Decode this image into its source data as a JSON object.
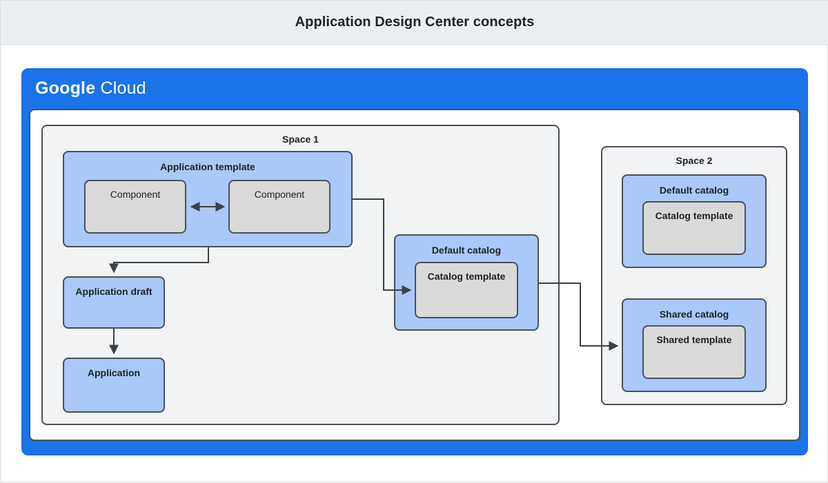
{
  "header": {
    "title": "Application Design Center concepts"
  },
  "cloud": {
    "brand_first": "Google",
    "brand_second": "Cloud"
  },
  "colors": {
    "brand_blue": "#1a73e8",
    "group_blue": "#aac8f8",
    "inner_gray": "#d9d9d9",
    "space_gray": "#f1f3f4",
    "header_bg": "#eceff1",
    "stroke": "#4a4f57",
    "text": "#202124"
  },
  "spaces": [
    {
      "label": "Space 1",
      "groups": [
        {
          "label": "Application template",
          "children": [
            {
              "label": "Component"
            },
            {
              "label": "Component"
            }
          ]
        },
        {
          "label": "Default catalog",
          "children": [
            {
              "label": "Catalog template"
            }
          ]
        }
      ],
      "nodes": [
        {
          "label": "Application draft"
        },
        {
          "label": "Application"
        }
      ]
    },
    {
      "label": "Space 2",
      "groups": [
        {
          "label": "Default catalog",
          "children": [
            {
              "label": "Catalog template"
            }
          ]
        },
        {
          "label": "Shared catalog",
          "children": [
            {
              "label": "Shared template"
            }
          ]
        }
      ],
      "nodes": []
    }
  ],
  "connectors": [
    {
      "name": "component-a-to-component-b",
      "style": "bidirectional"
    },
    {
      "name": "application-template-to-application-draft",
      "style": "arrow"
    },
    {
      "name": "application-draft-to-application",
      "style": "arrow"
    },
    {
      "name": "application-template-to-default-catalog-template",
      "style": "arrow"
    },
    {
      "name": "default-catalog-to-shared-catalog",
      "style": "arrow"
    }
  ]
}
